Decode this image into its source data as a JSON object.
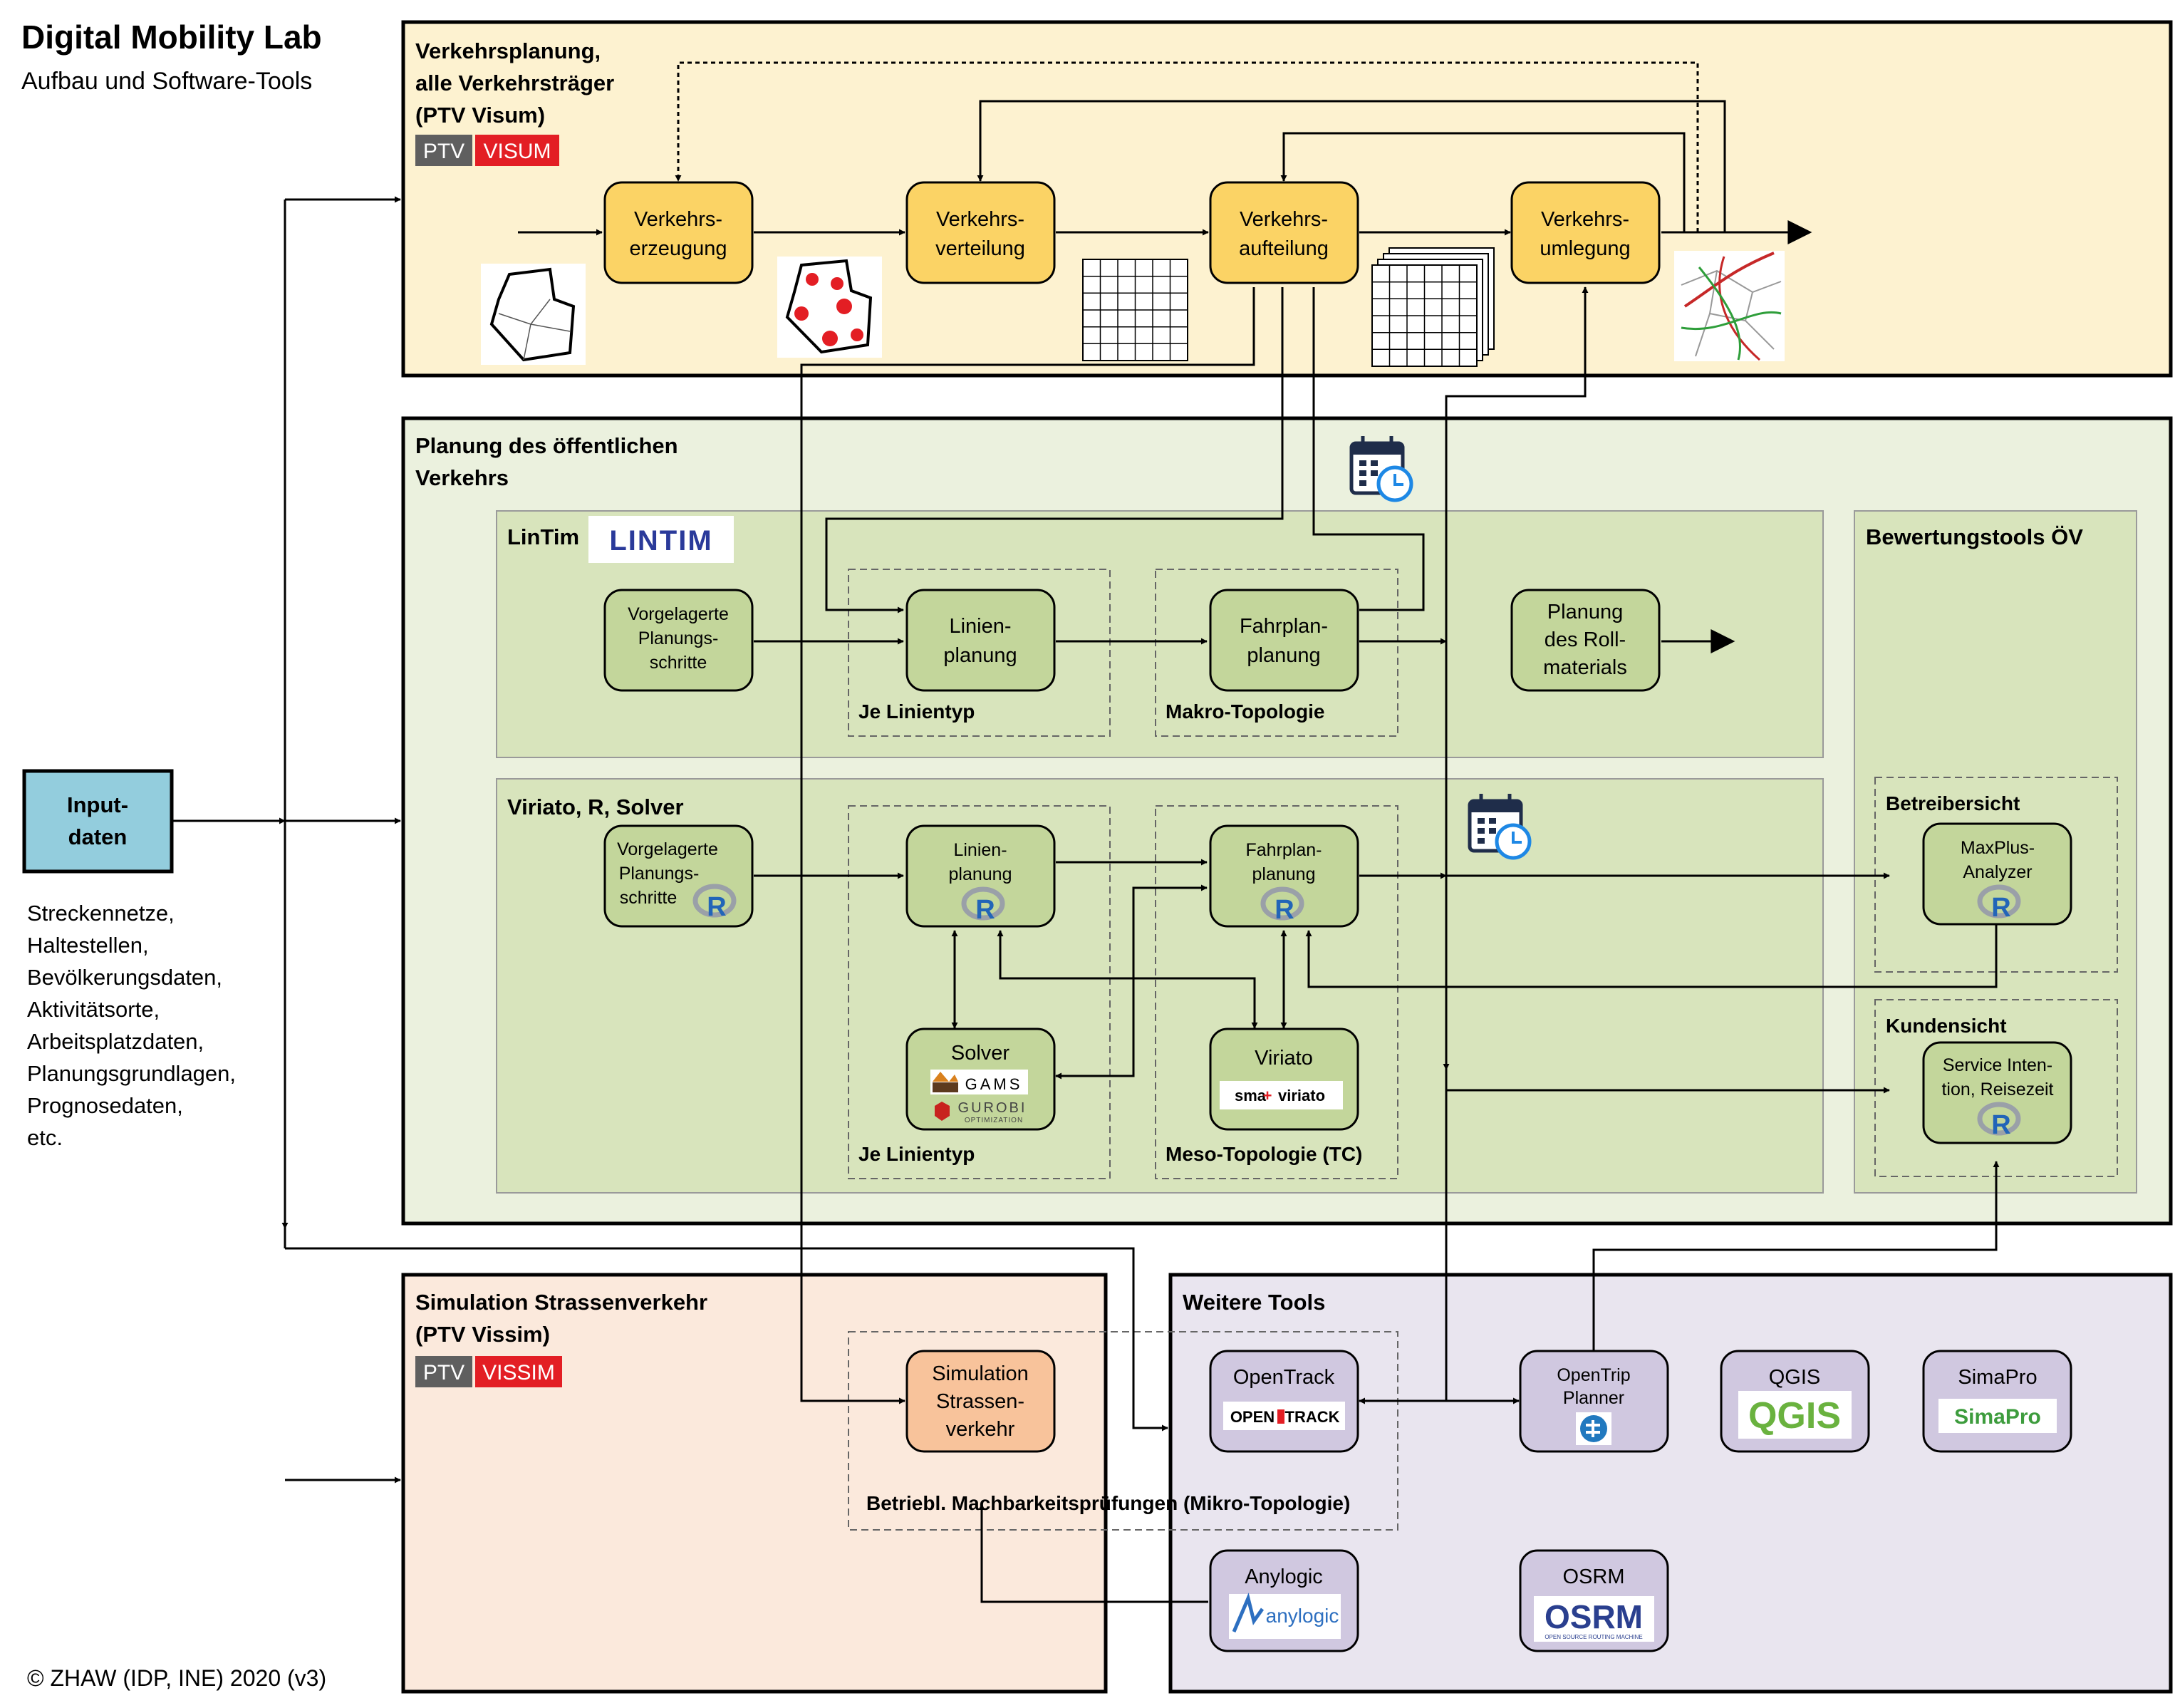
{
  "header": {
    "title": "Digital Mobility Lab",
    "subtitle": "Aufbau und Software-Tools"
  },
  "footer": {
    "copyright": "© ZHAW (IDP, INE) 2020 (v3)"
  },
  "input": {
    "box_lines": [
      "Input-",
      "daten"
    ],
    "list": [
      "Streckennetze,",
      "Haltestellen,",
      "Bevölkerungsdaten,",
      "Aktivitätsorte,",
      "Arbeitsplatzdaten,",
      "Planungsgrundlagen,",
      "Prognosedaten,",
      "etc."
    ]
  },
  "visum": {
    "title_lines": [
      "Verkehrsplanung,",
      "alle Verkehrsträger",
      "(PTV Visum)"
    ],
    "logo": {
      "left": "PTV",
      "right": "VISUM"
    },
    "steps": [
      {
        "lines": [
          "Verkehrs-",
          "erzeugung"
        ]
      },
      {
        "lines": [
          "Verkehrs-",
          "verteilung"
        ]
      },
      {
        "lines": [
          "Verkehrs-",
          "aufteilung"
        ]
      },
      {
        "lines": [
          "Verkehrs-",
          "umlegung"
        ]
      }
    ]
  },
  "oev": {
    "title_lines": [
      "Planung des öffentlichen",
      "Verkehrs"
    ],
    "lintim": {
      "label": "LinTim",
      "logo_text": "LINTIM",
      "nodes": {
        "pre": [
          "Vorgelagerte",
          "Planungs-",
          "schritte"
        ],
        "line": [
          "Linien-",
          "planung"
        ],
        "timetable": [
          "Fahrplan-",
          "planung"
        ],
        "rolling": [
          "Planung",
          "des Roll-",
          "materials"
        ]
      },
      "groups": {
        "line": "Je Linientyp",
        "timetable": "Makro-Topologie"
      }
    },
    "viriato": {
      "label": "Viriato, R, Solver",
      "nodes": {
        "pre": [
          "Vorgelagerte",
          "Planungs-",
          "schritte"
        ],
        "line": [
          "Linien-",
          "planung"
        ],
        "timetable": [
          "Fahrplan-",
          "planung"
        ],
        "solver": "Solver",
        "viriato": "Viriato"
      },
      "solver_logos": {
        "gams": "GAMS",
        "gurobi": "GUROBI",
        "gurobi_sub": "OPTIMIZATION"
      },
      "viriato_logo": {
        "left": "sma",
        "plus": "+",
        "right": "viriato"
      },
      "groups": {
        "line": "Je Linientyp",
        "timetable": "Meso-Topologie (TC)"
      }
    },
    "eval": {
      "title": "Bewertungstools ÖV",
      "operator": {
        "label": "Betreibersicht",
        "node": [
          "MaxPlus-",
          "Analyzer"
        ]
      },
      "customer": {
        "label": "Kundensicht",
        "node": [
          "Service Inten-",
          "tion, Reisezeit"
        ]
      }
    },
    "r_logo": "R"
  },
  "vissim": {
    "title_lines": [
      "Simulation Strassenverkehr",
      "(PTV Vissim)"
    ],
    "logo": {
      "left": "PTV",
      "right": "VISSIM"
    },
    "node": [
      "Simulation",
      "Strassen-",
      "verkehr"
    ],
    "group": "Betriebl. Machbarkeitsprüfungen (Mikro-Topologie)"
  },
  "tools": {
    "title": "Weitere Tools",
    "items": {
      "opentrack": {
        "label": "OpenTrack",
        "logo_left": "OPEN",
        "logo_right": "TRACK"
      },
      "otp": {
        "lines": [
          "OpenTrip",
          "Planner"
        ]
      },
      "qgis": {
        "label": "QGIS",
        "logo": "QGIS"
      },
      "simapro": {
        "label": "SimaPro",
        "logo": "SimaPro"
      },
      "anylogic": {
        "label": "Anylogic",
        "logo": "anylogic"
      },
      "osrm": {
        "label": "OSRM",
        "logo": "OSRM",
        "logo_sub": "OPEN SOURCE ROUTING MACHINE"
      }
    }
  },
  "colors": {
    "visum_bg": "#fdf2d0",
    "visum_node": "#fbd365",
    "oev_bg": "#ebf1de",
    "oev_sub": "#d8e4bc",
    "oev_node": "#c3d69b",
    "input_node": "#93cddd",
    "vissim_bg": "#fbe9dc",
    "vissim_node": "#f8c39b",
    "tools_bg": "#e9e5ef",
    "tools_node": "#d0c8e0",
    "ptv_grey": "#5f5f5f",
    "visum_red": "#e31e24"
  }
}
